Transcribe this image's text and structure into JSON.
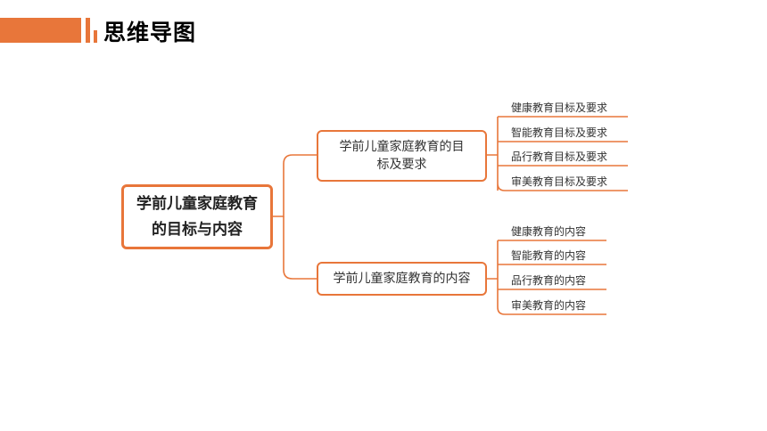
{
  "header": {
    "title": "思维导图"
  },
  "colors": {
    "accent": "#E8763A"
  },
  "mindmap": {
    "root": "学前儿童家庭教育的目标与内容",
    "branches": [
      {
        "label": "学前儿童家庭教育的目标及要求",
        "leaves": [
          "健康教育目标及要求",
          "智能教育目标及要求",
          "品行教育目标及要求",
          "审美教育目标及要求"
        ]
      },
      {
        "label": "学前儿童家庭教育的内容",
        "leaves": [
          "健康教育的内容",
          "智能教育的内容",
          "品行教育的内容",
          "审美教育的内容"
        ]
      }
    ]
  }
}
